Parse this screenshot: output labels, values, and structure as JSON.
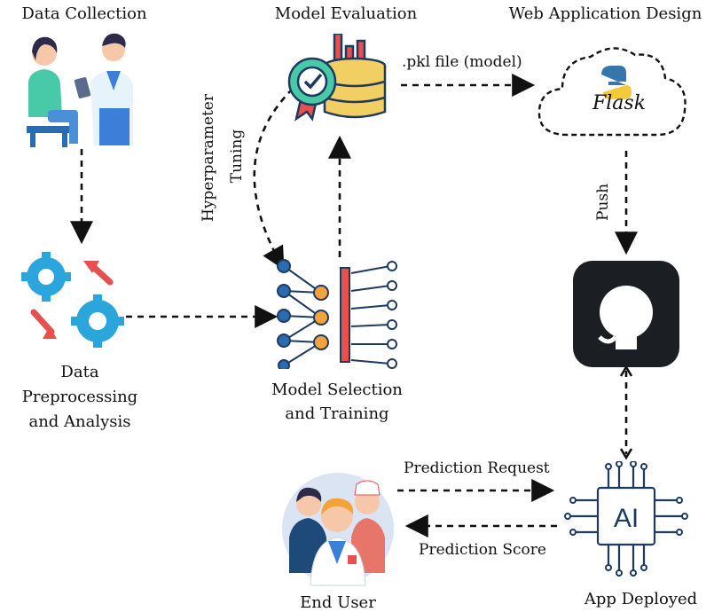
{
  "titles": {
    "data_collection": "Data Collection",
    "model_evaluation": "Model Evaluation",
    "web_app_design": "Web Application Design"
  },
  "nodes": {
    "preprocessing_line1": "Data",
    "preprocessing_line2": "Preprocessing",
    "preprocessing_line3": "and Analysis",
    "model_selection_line1": "Model Selection",
    "model_selection_line2": "and Training",
    "end_user": "End User",
    "app_deployed": "App Deployed"
  },
  "edges": {
    "pkl": ".pkl file (model)",
    "push": "Push",
    "hyper_line1": "Hyperparameter",
    "hyper_line2": "Tuning",
    "prediction_request": "Prediction Request",
    "prediction_score": "Prediction Score"
  },
  "logos": {
    "flask": "Flask",
    "ai": "AI"
  },
  "colors": {
    "gear_blue": "#2aa6dc",
    "arrow_red": "#e84f4f",
    "orange": "#f4a23a",
    "navy": "#1e3a5f",
    "github_bg": "#1b1f23"
  }
}
